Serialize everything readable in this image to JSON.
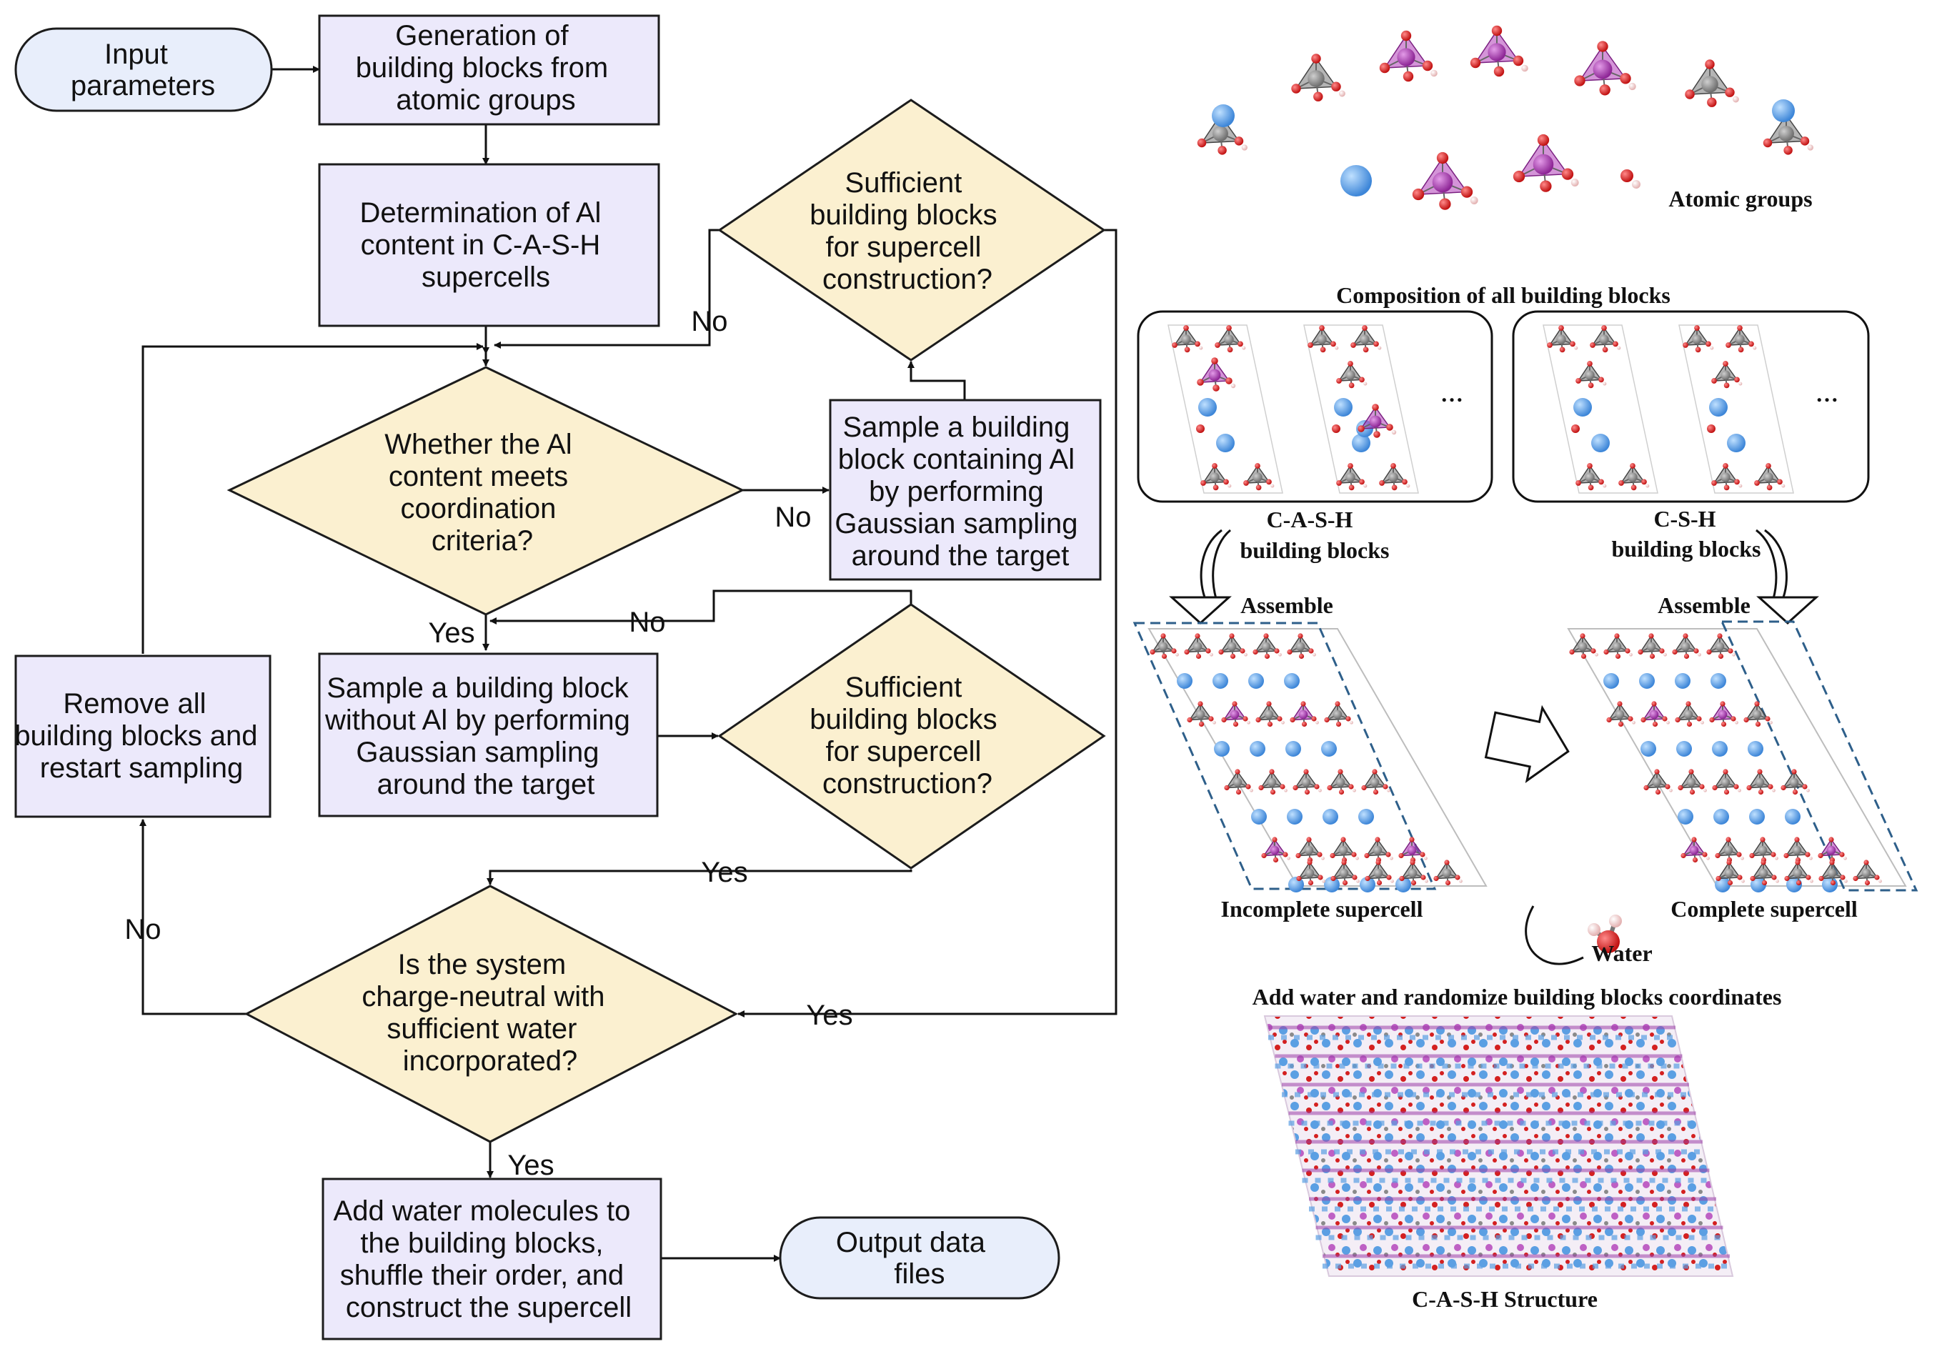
{
  "colors": {
    "process_fill": "#ece9fb",
    "terminal_fill": "#e8eefb",
    "decision_fill": "#fbf0d0",
    "calcium": "#5b9fe3",
    "oxygen": "#d42020",
    "hydrogen": "#f2c6c6",
    "silicon": "#8a8a8a",
    "aluminum": "#b03cb8"
  },
  "flowchart": {
    "start": [
      "Input",
      "parameters"
    ],
    "generation": [
      "Generation of",
      "building blocks from",
      "atomic groups"
    ],
    "determination": [
      "Determination of Al",
      "content in C-A-S-H",
      "supercells"
    ],
    "decision_al": [
      "Whether the Al",
      "content meets",
      "coordination",
      "criteria?"
    ],
    "sample_al": [
      "Sample a building",
      "block containing Al",
      "by performing",
      "Gaussian sampling",
      "around the target"
    ],
    "decision_sufficient_top": [
      "Sufficient",
      "building blocks",
      "for supercell",
      "construction?"
    ],
    "sample_no_al": [
      "Sample a building block",
      "without Al by performing",
      "Gaussian sampling",
      "around the target"
    ],
    "decision_sufficient_mid": [
      "Sufficient",
      "building blocks",
      "for supercell",
      "construction?"
    ],
    "remove": [
      "Remove all",
      "building blocks and",
      "restart sampling"
    ],
    "decision_charge": [
      "Is the system",
      "charge-neutral with",
      "sufficient water",
      "incorporated?"
    ],
    "add_water": [
      "Add water molecules to",
      "the building blocks,",
      "shuffle their order, and",
      "construct the supercell"
    ],
    "output": [
      "Output data",
      "files"
    ],
    "labels": {
      "no_al": "No",
      "no_top": "No",
      "yes_al": "Yes",
      "no_mid": "No",
      "yes_mid": "Yes",
      "yes_top": "Yes",
      "no_charge": "No",
      "yes_charge": "Yes"
    }
  },
  "illustration": {
    "atomic_groups": "Atomic groups",
    "composition": "Composition of all building blocks",
    "ellipsis": "…",
    "cash_blocks": [
      "C-A-S-H",
      "building blocks"
    ],
    "csh_blocks": [
      "C-S-H",
      "building blocks"
    ],
    "assemble": "Assemble",
    "incomplete": "Incomplete supercell",
    "complete": "Complete supercell",
    "water": "Water",
    "add_water": "Add water and randomize building blocks coordinates",
    "structure": "C-A-S-H Structure"
  }
}
